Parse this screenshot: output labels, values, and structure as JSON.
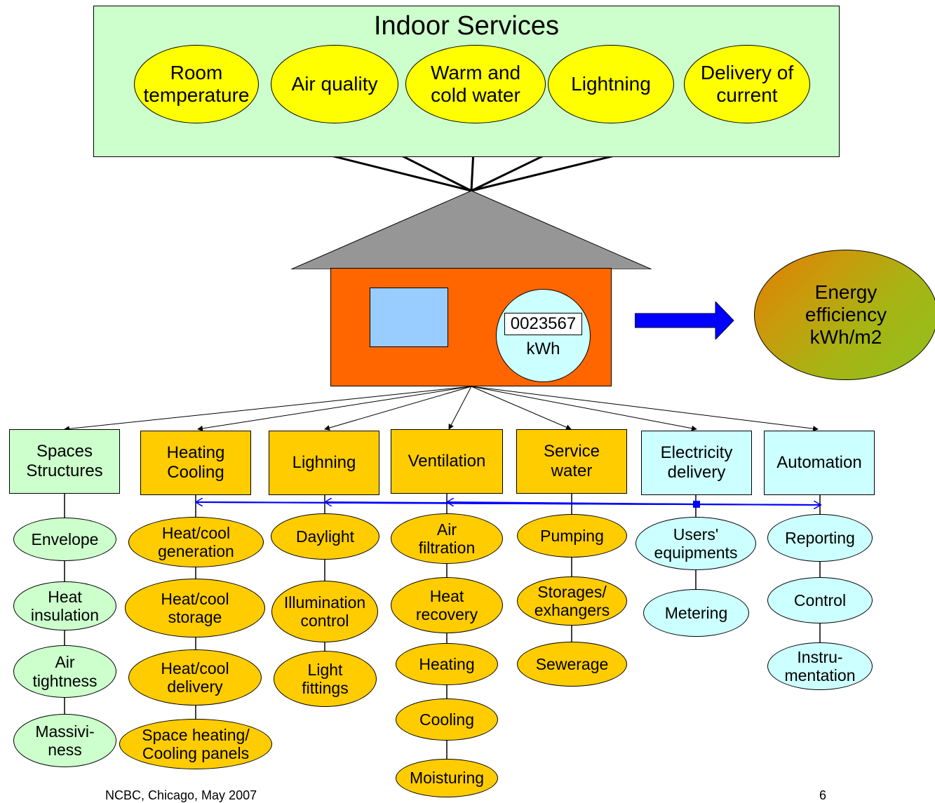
{
  "indoor_services": {
    "title": "Indoor Services",
    "items": [
      "Room\ntemperature",
      "Air quality",
      "Warm and\ncold water",
      "Lightning",
      "Delivery of\ncurrent"
    ]
  },
  "house": {
    "meter_reading": "0023567",
    "meter_unit": "kWh"
  },
  "energy_efficiency": {
    "label": "Energy\nefficiency\nkWh/m2"
  },
  "categories": [
    {
      "label": "Spaces\nStructures",
      "color": "#ccffcc",
      "items": [
        "Envelope",
        "Heat\ninsulation",
        "Air\ntightness",
        "Massivi-\nness"
      ]
    },
    {
      "label": "Heating\nCooling",
      "color": "#ffcc00",
      "items": [
        "Heat/cool\ngeneration",
        "Heat/cool\nstorage",
        "Heat/cool\ndelivery",
        "Space heating/\nCooling panels"
      ]
    },
    {
      "label": "Lighning",
      "color": "#ffcc00",
      "items": [
        "Daylight",
        "Illumination\ncontrol",
        "Light\nfittings"
      ]
    },
    {
      "label": "Ventilation",
      "color": "#ffcc00",
      "items": [
        "Air\nfiltration",
        "Heat\nrecovery",
        "Heating",
        "Cooling",
        "Moisturing"
      ]
    },
    {
      "label": "Service\nwater",
      "color": "#ffcc00",
      "items": [
        "Pumping",
        "Storages/\nexhangers",
        "Sewerage"
      ]
    },
    {
      "label": "Electricity\ndelivery",
      "color": "#ccffff",
      "items": [
        "Users'\nequipments",
        "Metering"
      ]
    },
    {
      "label": "Automation",
      "color": "#ccffff",
      "items": [
        "Reporting",
        "Control",
        "Instru-\nmentation"
      ]
    }
  ],
  "footer": {
    "left": "NCBC, Chicago, May 2007",
    "right": "6"
  }
}
